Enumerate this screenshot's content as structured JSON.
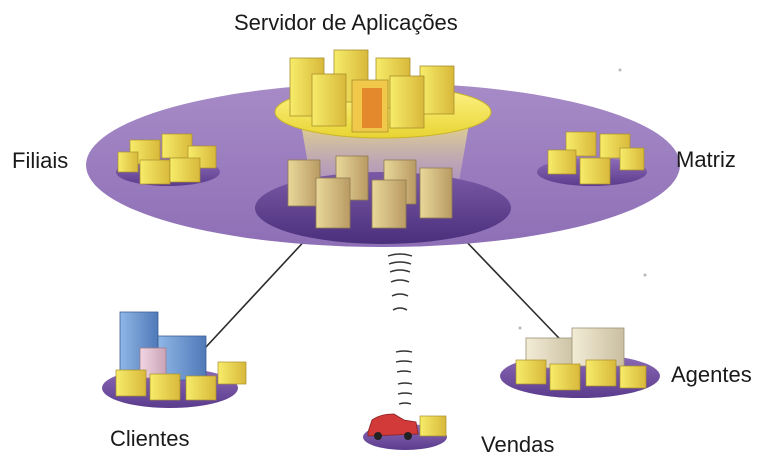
{
  "diagram": {
    "labels": {
      "top": "Servidor de Aplicações",
      "left": "Filiais",
      "right": "Matriz",
      "bottom_left": "Clientes",
      "bottom_center": "Vendas",
      "bottom_right": "Agentes"
    }
  }
}
